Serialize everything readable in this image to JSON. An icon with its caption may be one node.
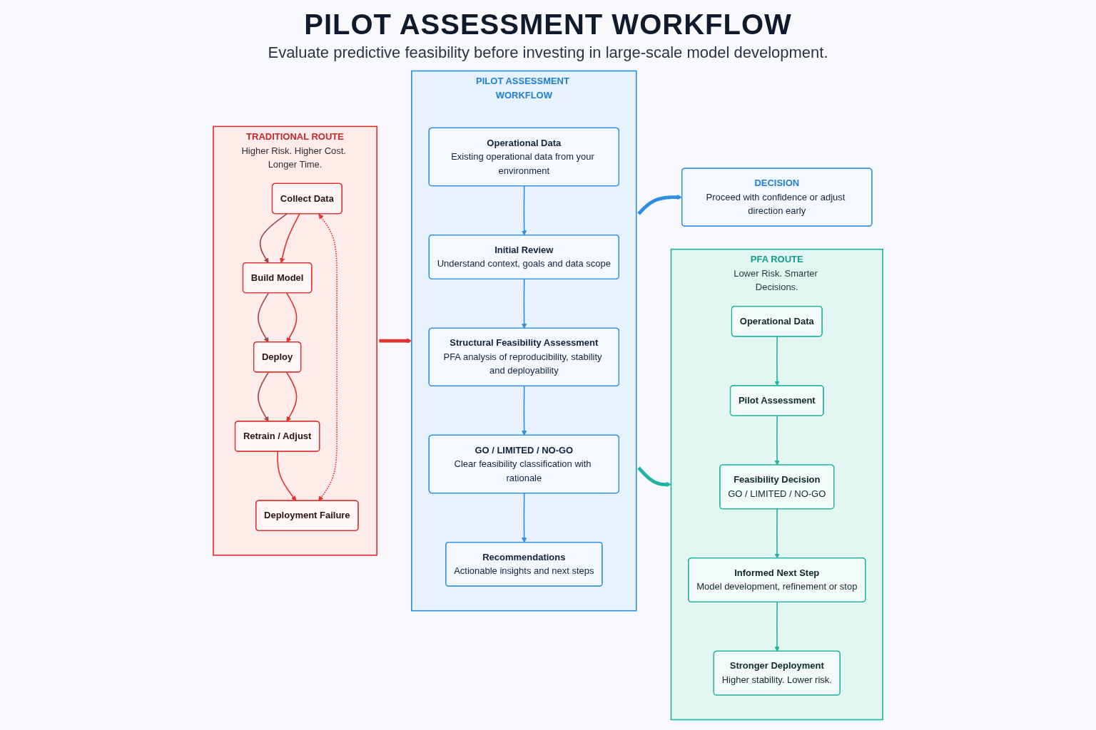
{
  "diagram": {
    "title": "PILOT ASSESSMENT WORKFLOW",
    "nodes": [
      {
        "text": [
          "TRADITIONAL ROUTE",
          "Higher Risk. Higher Cost. Longer Time."
        ]
      },
      {
        "text": [
          "Collect Data"
        ],
        "in": 0
      },
      {
        "text": [
          "Build Model"
        ],
        "in": 0
      },
      {
        "text": [
          "Deploy"
        ],
        "in": 0
      },
      {
        "text": [
          "Retrain / Adjust"
        ],
        "in": 0
      },
      {
        "text": [
          "Deployment Failure"
        ],
        "in": 0
      },
      {
        "text": [
          "PILOT ASSESSMENT WORKFLOW"
        ]
      },
      {
        "text": [
          "Operational Data",
          "Existing operational data from your environment"
        ],
        "in": 6
      },
      {
        "text": [
          "Initial Review",
          "Understand context, goals and data scope"
        ],
        "in": 6
      },
      {
        "text": [
          "Structural Feasibility Assessment",
          "PFA analysis of reproducibility, stability and deployability"
        ],
        "in": 6
      },
      {
        "text": [
          "GO / LIMITED / NO-GO",
          "Clear feasibility classification with rationale"
        ],
        "in": 6
      },
      {
        "text": [
          "Recommendations",
          "Actionable insights and next steps"
        ],
        "in": 6
      },
      {
        "text": [
          "DECISION",
          "Proceed with confidence or adjust direction early"
        ]
      },
      {
        "text": [
          "PFA ROUTE",
          "Lower Risk. Smarter Decisions."
        ]
      },
      {
        "text": [
          "Operational Data"
        ],
        "in": 13
      },
      {
        "text": [
          "Pilot Assessment"
        ],
        "in": 13
      },
      {
        "text": [
          "Feasibility Decision",
          "GO / LIMITED / NO-GO"
        ],
        "in": 13
      },
      {
        "text": [
          "Informed Next Step",
          "Model development, refinement or stop"
        ],
        "in": 13
      },
      {
        "text": [
          "Stronger Deployment",
          "Higher stability. Lower risk."
        ],
        "in": 13
      }
    ],
    "edges": [
      {
        "from": 1,
        "to": 2,
        "arrow": "to",
        "color": "#a04848"
      },
      {
        "from": 1,
        "to": 2,
        "arrow": "to"
      },
      {
        "from": 2,
        "to": 3,
        "arrow": "to",
        "color": "#a04848"
      },
      {
        "from": 2,
        "to": 3,
        "arrow": "to"
      },
      {
        "from": 3,
        "to": 4,
        "arrow": "to",
        "color": "#a04848"
      },
      {
        "from": 3,
        "to": 4,
        "arrow": "to"
      },
      {
        "from": 4,
        "to": 5,
        "arrow": "to"
      },
      {
        "from": 1,
        "to": 5,
        "arrow": "both",
        "style": "dashed"
      },
      {
        "from": 0,
        "to": 6,
        "arrow": "to",
        "style": "thick"
      },
      {
        "from": 7,
        "to": 8,
        "arrow": "to",
        "color": "#2e8fe0"
      },
      {
        "from": 8,
        "to": 9,
        "arrow": "to",
        "color": "#2e8fe0"
      },
      {
        "from": 9,
        "to": 10,
        "arrow": "to",
        "color": "#2e8fe0"
      },
      {
        "from": 10,
        "to": 11,
        "arrow": "to",
        "color": "#2e8fe0"
      },
      {
        "from": 6,
        "to": 12,
        "arrow": "to",
        "style": "thick",
        "color": "#2e8fe0"
      },
      {
        "from": 6,
        "to": 13,
        "arrow": "to",
        "style": "thick",
        "color": "#1fb3a0"
      },
      {
        "from": 14,
        "to": 15,
        "arrow": "to",
        "color": "#1fb3a0"
      },
      {
        "from": 15,
        "to": 16,
        "arrow": "to",
        "color": "#1fb3a0"
      },
      {
        "from": 16,
        "to": 17,
        "arrow": "to",
        "color": "#1fb3a0"
      },
      {
        "from": 17,
        "to": 18,
        "arrow": "to",
        "color": "#1fb3a0"
      }
    ],
    "labels": [
      "Evaluate predictive feasibility before investing in large-scale model development."
    ]
  }
}
